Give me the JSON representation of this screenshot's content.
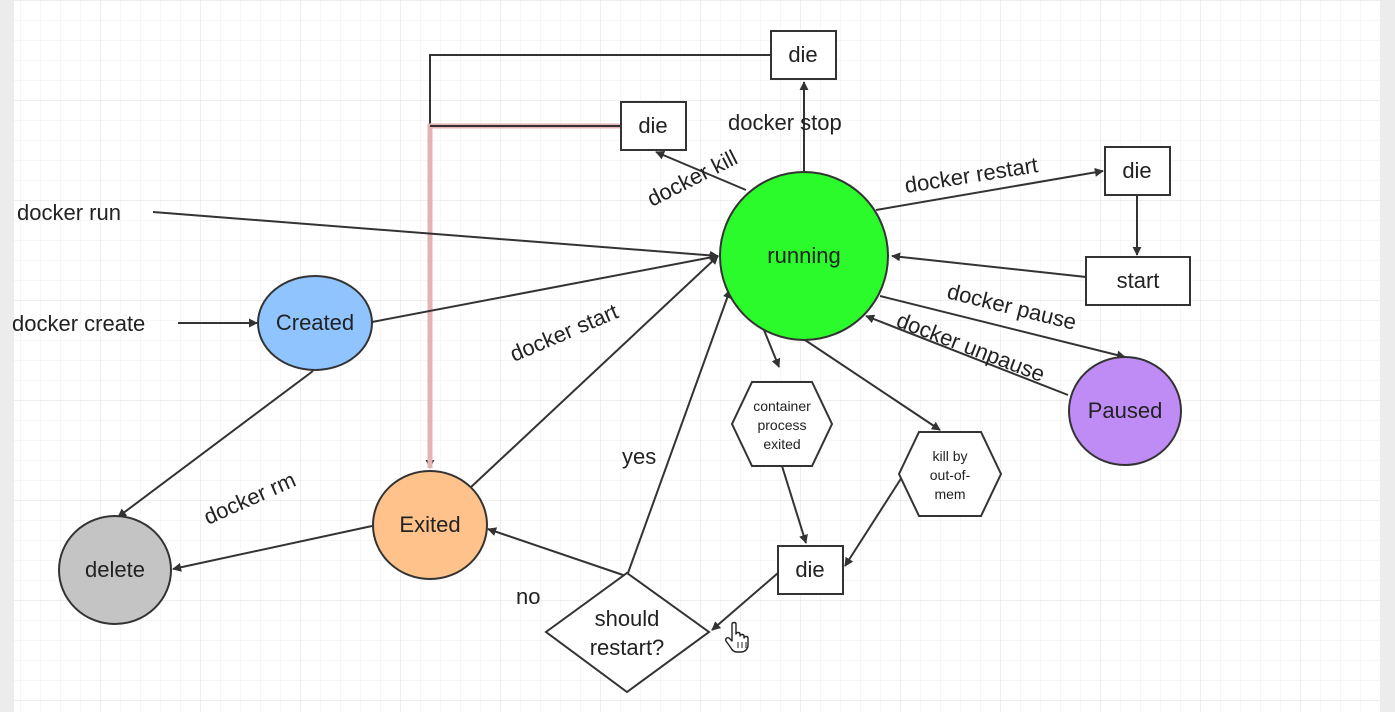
{
  "nodes": {
    "running": "running",
    "created": "Created",
    "paused": "Paused",
    "exited": "Exited",
    "delete": "delete",
    "die_top": "die",
    "die_kill": "die",
    "die_restart": "die",
    "start": "start",
    "die_bottom": "die",
    "container_exited": [
      "container",
      "process",
      "exited"
    ],
    "oom": [
      "kill by",
      "out-of-",
      "mem"
    ],
    "should_restart": [
      "should",
      "restart?"
    ]
  },
  "labels": {
    "docker_run": "docker run",
    "docker_create": "docker create",
    "docker_stop": "docker stop",
    "docker_kill": "docker kill",
    "docker_restart": "docker restart",
    "docker_pause": "docker pause",
    "docker_unpause": "docker unpause",
    "docker_start": "docker start",
    "docker_rm": "docker rm",
    "yes": "yes",
    "no": "no"
  },
  "colors": {
    "running": "#2bfa2b",
    "created": "#8fc4ff",
    "paused": "#bf8cf5",
    "exited": "#ffc28a",
    "delete": "#c4c4c4",
    "grid_bg": "#ffffff",
    "grid_line": "#e2e2e2",
    "highlight_edge": "#e8b4b4"
  },
  "icons": {
    "cursor": "hand-pointer-icon"
  }
}
